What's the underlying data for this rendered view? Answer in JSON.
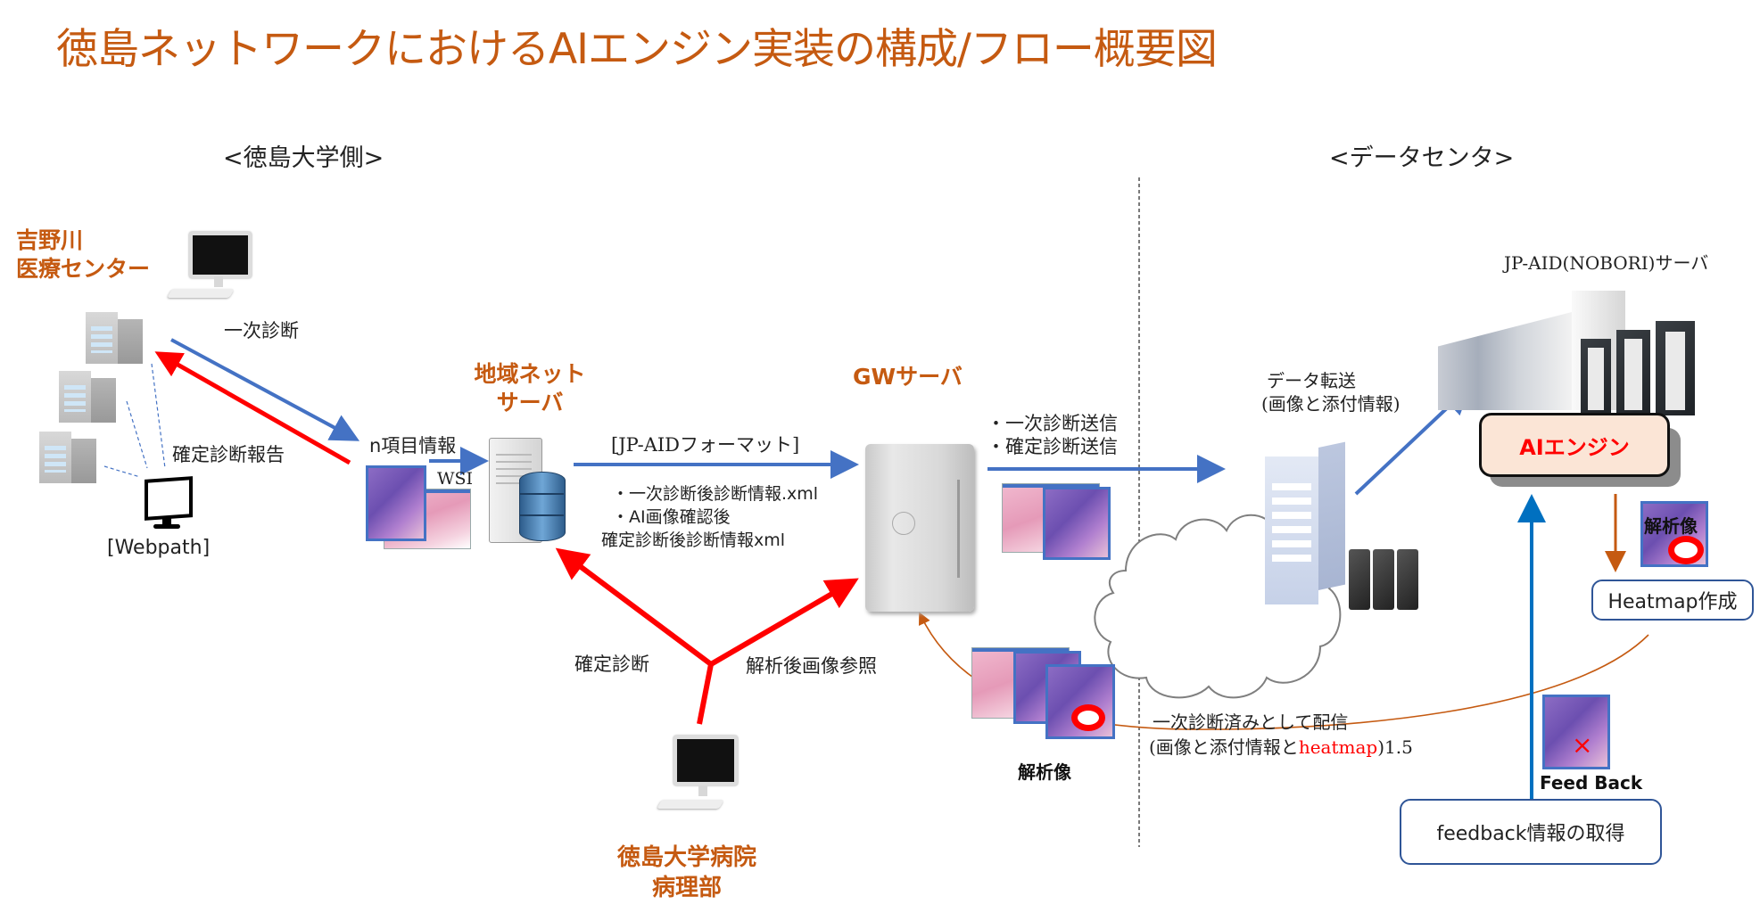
{
  "title": "徳島ネットワークにおけるAIエンジン実装の構成/フロー概要図",
  "sections": {
    "left": "<徳島大学側>",
    "right": "<データセンタ>"
  },
  "colors": {
    "title": "#C55A11",
    "flow_blue": "#4472C4",
    "flow_red": "#FF0000",
    "flow_orange": "#C55A11",
    "ai_box_fill": "#FBE5D6",
    "feedback_line": "#0070C0"
  },
  "nodes": {
    "yoshinogawa": {
      "line1": "吉野川",
      "line2": "医療センター"
    },
    "webpath": "[Webpath]",
    "regional_server": {
      "line1": "地域ネット",
      "line2": "サーバ"
    },
    "gw_server": "GWサーバ",
    "hospital_dept": {
      "line1": "徳島大学病院",
      "line2": "病理部"
    },
    "jpaid_server": "JP-AID(NOBORI)サーバ",
    "ai_engine": "AIエンジン",
    "heatmap": "Heatmap作成",
    "feedback_box": "feedback情報の取得"
  },
  "labels": {
    "primary_diagnosis": "一次診断",
    "final_report": "確定診断報告",
    "n_items": "n項目情報",
    "wsi": "WSI",
    "jpaid_format": "[JP-AIDフォーマット]",
    "xml_items": [
      "・一次診断後診断情報.xml",
      "・AI画像確認後",
      "確定診断後診断情報xml"
    ],
    "send_items": [
      "・一次診断送信",
      "・確定診断送信"
    ],
    "final_diagnosis": "確定診断",
    "analysis_ref": "解析後画像参照",
    "analysis_image": "解析像",
    "analysis_image_small": "解析像",
    "data_transfer": [
      "データ転送",
      "(画像と添付情報)"
    ],
    "distribution_line1": "一次診断済みとして配信",
    "distribution_line2_pre": "(画像と添付情報と",
    "distribution_line2_heatmap": "heatmap",
    "distribution_line2_post": ")1.5",
    "feed_back": "Feed Back"
  }
}
